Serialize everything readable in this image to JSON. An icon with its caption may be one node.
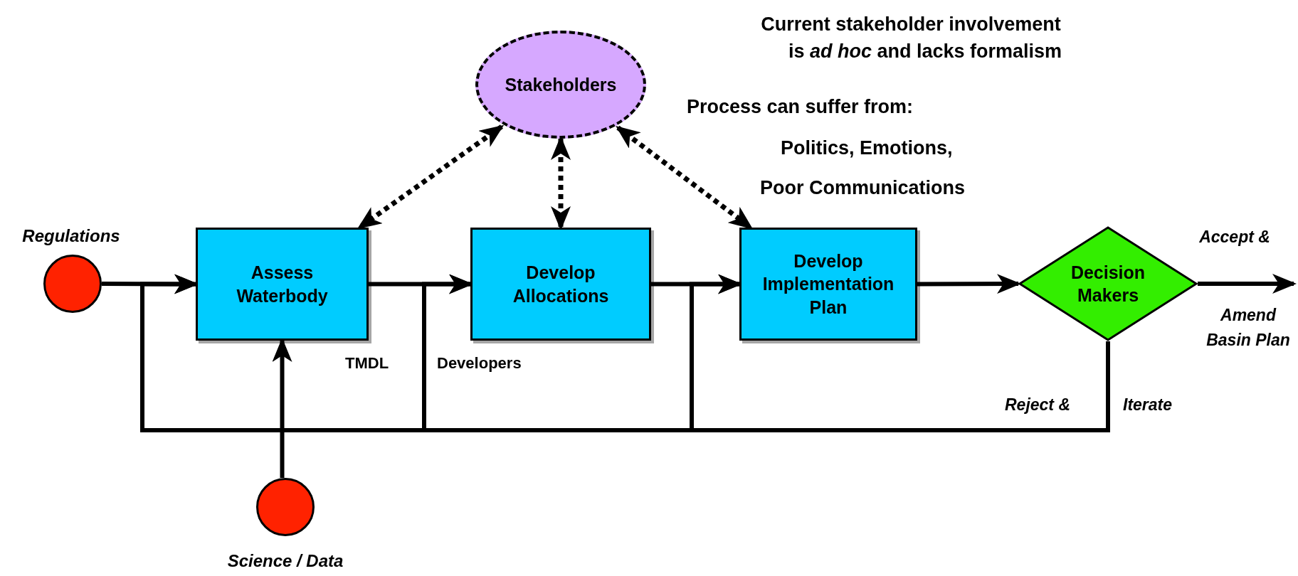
{
  "diagram": {
    "nodes": [
      {
        "text": [
          "Stakeholders"
        ]
      },
      {
        "text": [],
        "shape": "circle",
        "beside": [
          "Regulations"
        ]
      },
      {
        "text": [
          "Assess Waterbody"
        ]
      },
      {
        "text": [
          "Develop Allocations"
        ]
      },
      {
        "text": [
          "Develop Implementation Plan"
        ]
      },
      {
        "text": [
          "Decision Makers"
        ]
      },
      {
        "text": [],
        "shape": "circle",
        "beside": [
          "Science / Data"
        ]
      }
    ],
    "edges": [
      {
        "from": 1,
        "to": 2,
        "arrow": "to"
      },
      {
        "from": 2,
        "to": 3,
        "arrow": "to"
      },
      {
        "from": 3,
        "to": 4,
        "arrow": "to"
      },
      {
        "from": 4,
        "to": 5,
        "arrow": "to"
      },
      {
        "from": 5,
        "to": null,
        "arrow": "to"
      },
      {
        "from": 6,
        "to": 2,
        "arrow": "to"
      },
      {
        "from": 5,
        "to": 2,
        "arrow": "to"
      },
      {
        "from": 5,
        "to": 3,
        "arrow": "to"
      },
      {
        "from": 5,
        "to": 4,
        "arrow": "to"
      },
      {
        "from": 0,
        "to": 2,
        "arrow": "both",
        "style": "dashed"
      },
      {
        "from": 0,
        "to": 3,
        "arrow": "both",
        "style": "dashed"
      },
      {
        "from": 0,
        "to": 4,
        "arrow": "both",
        "style": "dashed"
      }
    ],
    "labels": [
      "Current stakeholder involvement",
      "is *ad hoc* and lacks formalism",
      "Process can suffer from:",
      "Politics, Emotions,",
      "Poor Communications",
      "TMDL",
      "Developers",
      "Accept &",
      "Amend Basin Plan",
      "Reject &",
      "Iterate"
    ]
  }
}
